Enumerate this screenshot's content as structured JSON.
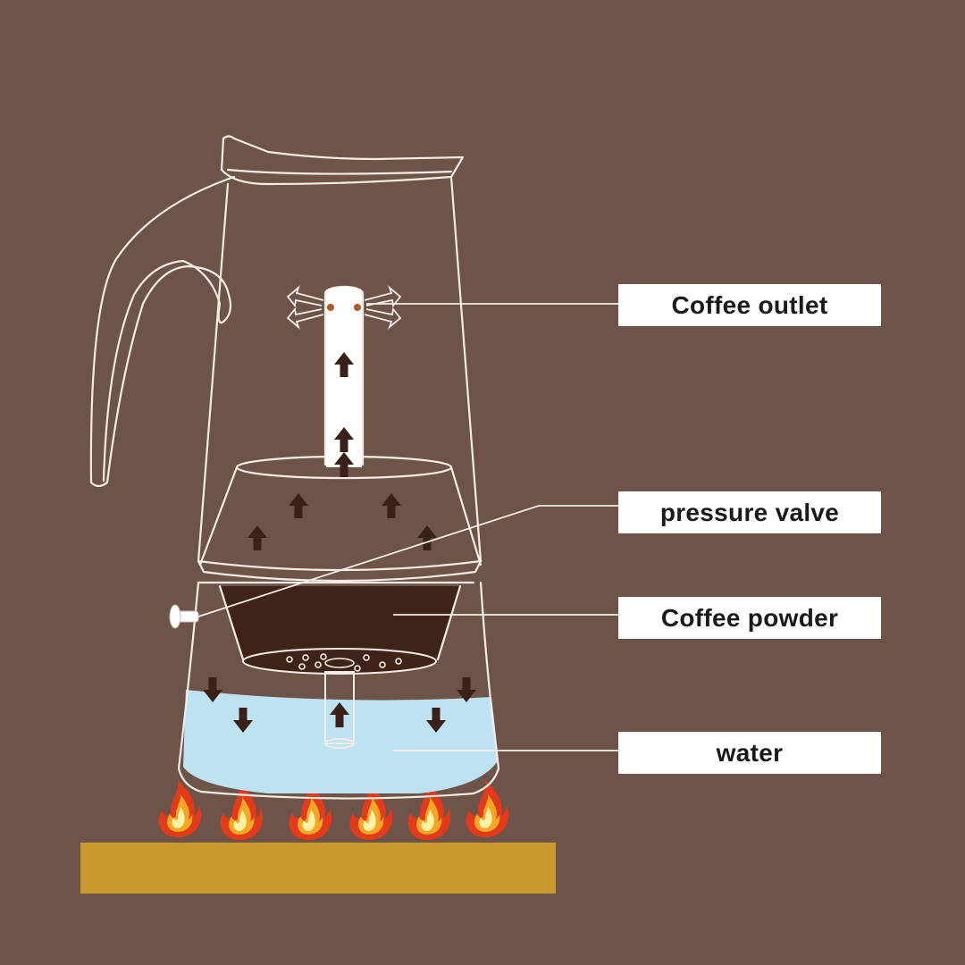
{
  "labels": {
    "coffee_outlet": "Coffee outlet",
    "pressure_valve": "pressure valve",
    "coffee_powder": "Coffee powder",
    "water": "water"
  },
  "colors": {
    "background": "#6e5349",
    "outline": "#f3ece6",
    "water": "#bde2f2",
    "coffee_powder": "#3f2319",
    "arrow": "#3a2118",
    "stove": "#c99a2e",
    "flame_outer": "#e23a1a",
    "flame_inner": "#f5a623",
    "label_bg": "#ffffff",
    "label_text": "#1a1a1a"
  },
  "icons": [
    "flame-icon",
    "up-arrow-icon",
    "down-arrow-icon",
    "outlet-arrow-icon"
  ]
}
